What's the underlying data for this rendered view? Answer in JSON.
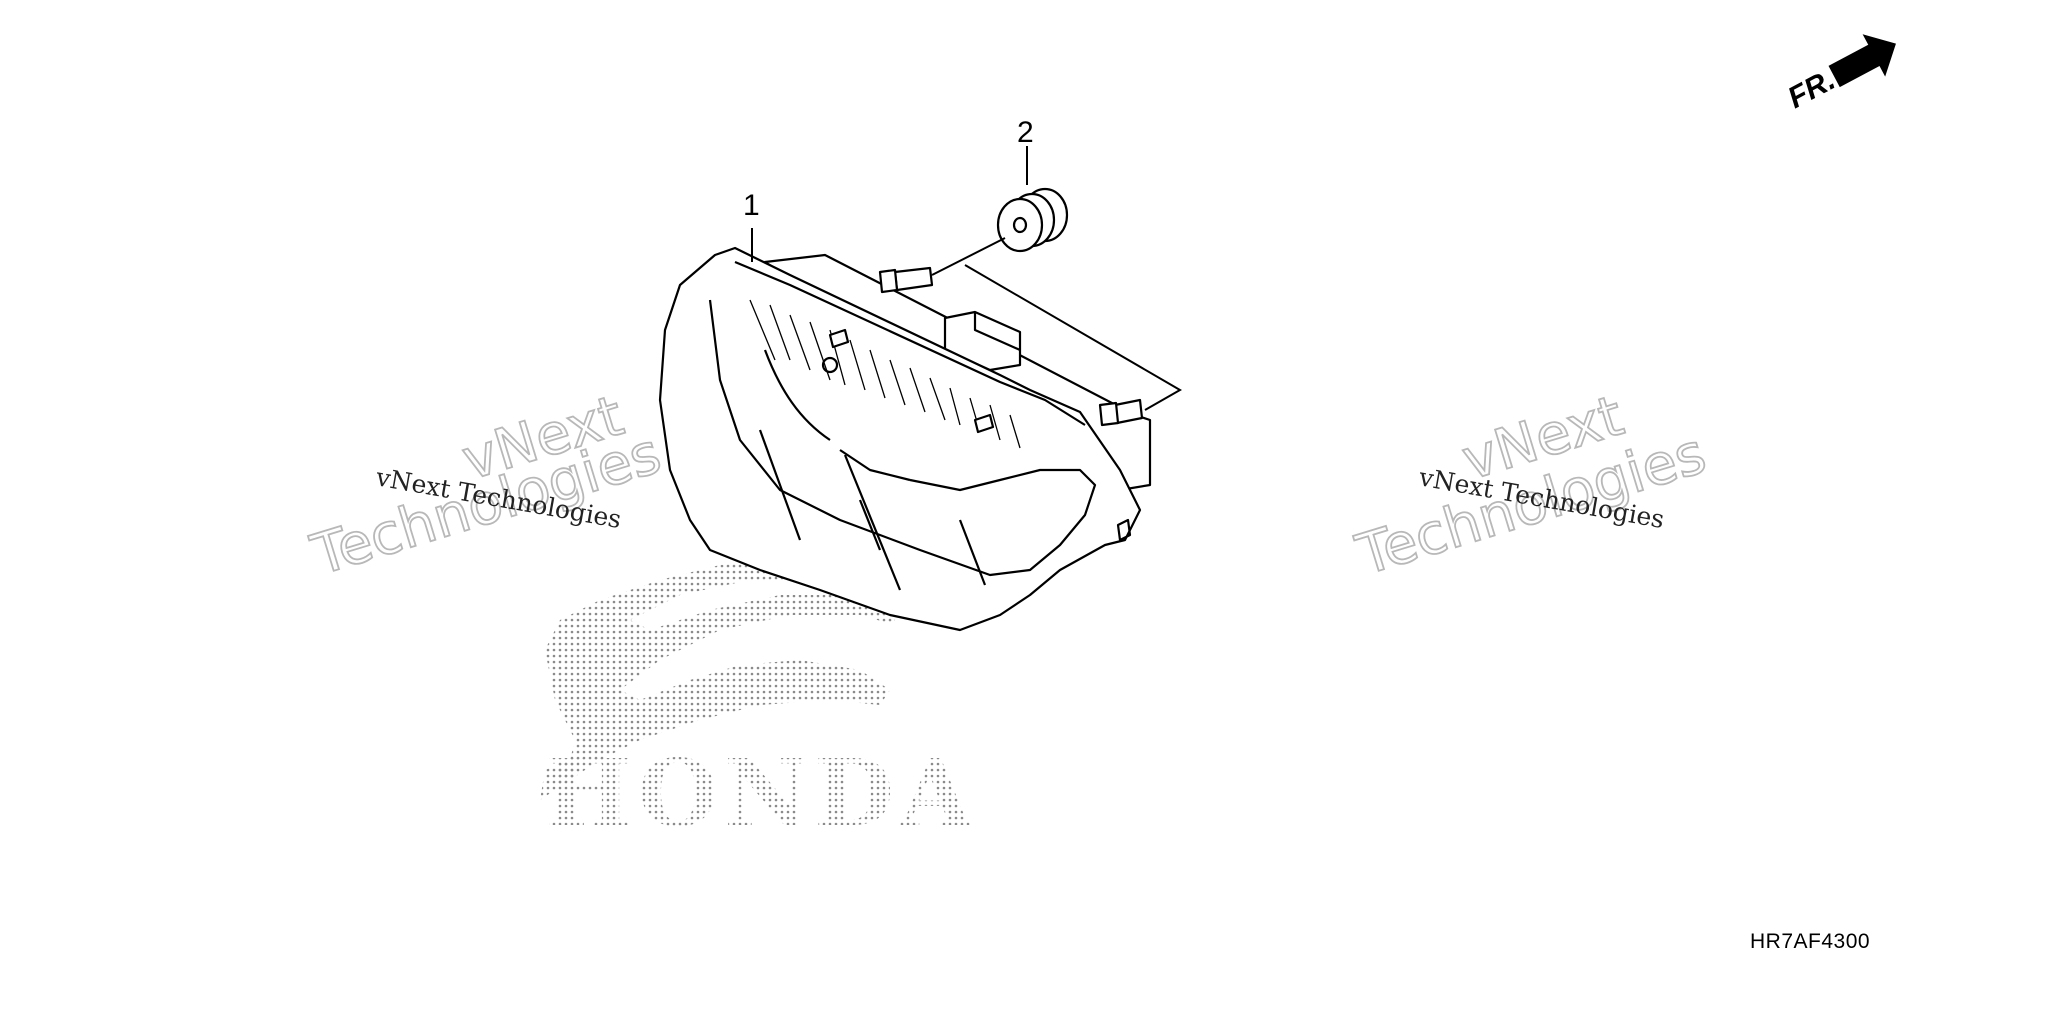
{
  "diagram": {
    "part_labels": [
      "1",
      "2"
    ],
    "direction_label": "FR.",
    "diagram_code": "HR7AF4300",
    "watermark": {
      "line1": "vNext Technologies",
      "line2a": "vNext",
      "line2b": "Technologies"
    },
    "brand_logo_text": "HONDA"
  },
  "colors": {
    "line": "#000000",
    "watermark": "#b8b8b8",
    "background": "#ffffff"
  }
}
